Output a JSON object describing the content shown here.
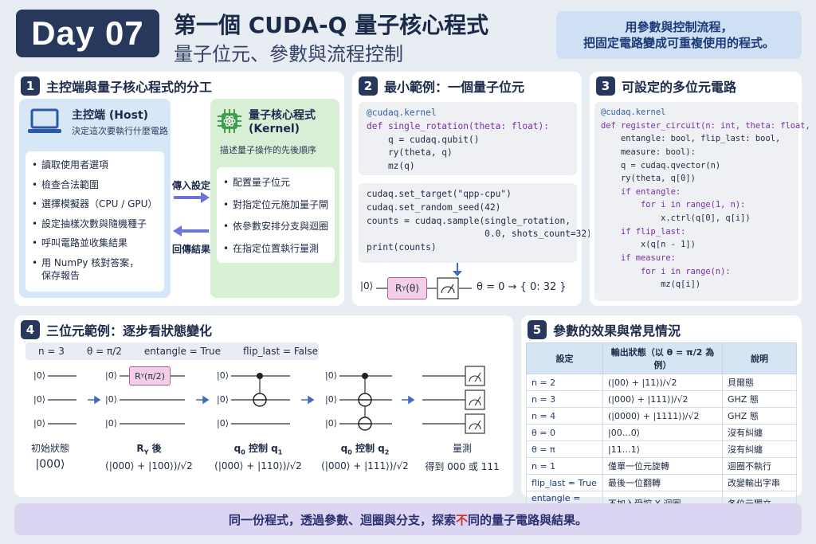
{
  "header": {
    "badge": "Day 07",
    "title": "第一個 CUDA-Q 量子核心程式",
    "subtitle": "量子位元、參數與流程控制",
    "note_line1": "用參數與控制流程，",
    "note_line2": "把固定電路變成可重複使用的程式。"
  },
  "panel1": {
    "num": "1",
    "title": "主控端與量子核心程式的分工",
    "host": {
      "title": "主控端 (Host)",
      "subtitle": "決定這次要執行什麼電路",
      "items": [
        "讀取使用者選項",
        "檢查合法範圍",
        "選擇模擬器（CPU / GPU）",
        "設定抽樣次數與隨機種子",
        "呼叫電路並收集結果",
        "用 NumPy 核對答案，",
        "保存報告"
      ]
    },
    "kernel": {
      "title_line1": "量子核心程式",
      "title_line2": "(Kernel)",
      "subtitle": "描述量子操作的先後順序",
      "items": [
        "配置量子位元",
        "對指定位元施加量子閘",
        "依參數安排分支與迴圈",
        "在指定位置執行量測"
      ]
    },
    "arrow_send": "傳入設定",
    "arrow_return": "回傳結果"
  },
  "panel2": {
    "num": "2",
    "title": "最小範例：一個量子位元",
    "code1": [
      "@cudaq.kernel",
      "def single_rotation(theta: float):",
      "    q = cudaq.qubit()",
      "    ry(theta, q)",
      "    mz(q)"
    ],
    "code2": [
      "cudaq.set_target(\"qpp-cpu\")",
      "cudaq.set_random_seed(42)",
      "counts = cudaq.sample(single_rotation,",
      "                      0.0, shots_count=32)",
      "print(counts)"
    ],
    "ket0": "|0⟩",
    "gate": "R",
    "gate_sub": "Y",
    "gate_arg": "(θ)",
    "result": "θ = 0  → { 0: 32 }"
  },
  "panel3": {
    "num": "3",
    "title": "可設定的多位元電路",
    "code": [
      "@cudaq.kernel",
      "def register_circuit(n: int, theta: float,",
      "    entangle: bool, flip_last: bool,",
      "    measure: bool):",
      "    q = cudaq.qvector(n)",
      "    ry(theta, q[0])",
      "    if entangle:",
      "        for i in range(1, n):",
      "            x.ctrl(q[0], q[i])",
      "    if flip_last:",
      "        x(q[n - 1])",
      "    if measure:",
      "        for i in range(n):",
      "            mz(q[i])"
    ]
  },
  "panel4": {
    "num": "4",
    "title": "三位元範例：逐步看狀態變化",
    "params": [
      "n = 3",
      "θ = π/2",
      "entangle = True",
      "flip_last = False"
    ],
    "ket": "|0⟩",
    "gate_label": "R",
    "gate_sub": "Y",
    "gate_arg": "(π/2)",
    "steps": [
      {
        "title": "初始狀態",
        "state": "|000⟩"
      },
      {
        "title": "R",
        "title_sub": "Y",
        "title_tail": " 後",
        "state": "(|000⟩ + |100⟩)/√2"
      },
      {
        "title": "q",
        "title_sub": "0",
        "title_tail": " 控制 q",
        "title_sub2": "1",
        "state": "(|000⟩ + |110⟩)/√2"
      },
      {
        "title": "q",
        "title_sub": "0",
        "title_tail": " 控制 q",
        "title_sub2": "2",
        "state": "(|000⟩ + |111⟩)/√2"
      },
      {
        "title": "量測",
        "state": "得到 000 或 111"
      }
    ]
  },
  "panel5": {
    "num": "5",
    "title": "參數的效果與常見情況",
    "headers": [
      "設定",
      "輸出狀態（以 θ = π/2 為例）",
      "說明"
    ],
    "rows": [
      [
        "n = 2",
        "(|00⟩ + |11⟩)/√2",
        "貝爾態"
      ],
      [
        "n = 3",
        "(|000⟩ + |111⟩)/√2",
        "GHZ 態"
      ],
      [
        "n = 4",
        "(|0000⟩ + |1111⟩)/√2",
        "GHZ 態"
      ],
      [
        "θ = 0",
        "|00…0⟩",
        "沒有糾纏"
      ],
      [
        "θ = π",
        "|11…1⟩",
        "沒有糾纏"
      ],
      [
        "n = 1",
        "僅單一位元旋轉",
        "迴圈不執行"
      ],
      [
        "flip_last = True",
        "最後一位翻轉",
        "改變輸出字串"
      ],
      [
        "entangle = False",
        "不加入受控 X 迴圈",
        "各位元獨立"
      ]
    ]
  },
  "footer": {
    "pre": "同一份程式，透過參數、迴圈與分支，探索",
    "highlight": "不",
    "post": "同的量子電路與結果。"
  },
  "colors": {
    "navy": "#27385c",
    "host_bg": "#d7e7f7",
    "kernel_bg": "#d9efd5",
    "gate_pink": "#f3cfe6",
    "footer_bg": "#dcd5f2",
    "accent_red": "#d0332f"
  }
}
